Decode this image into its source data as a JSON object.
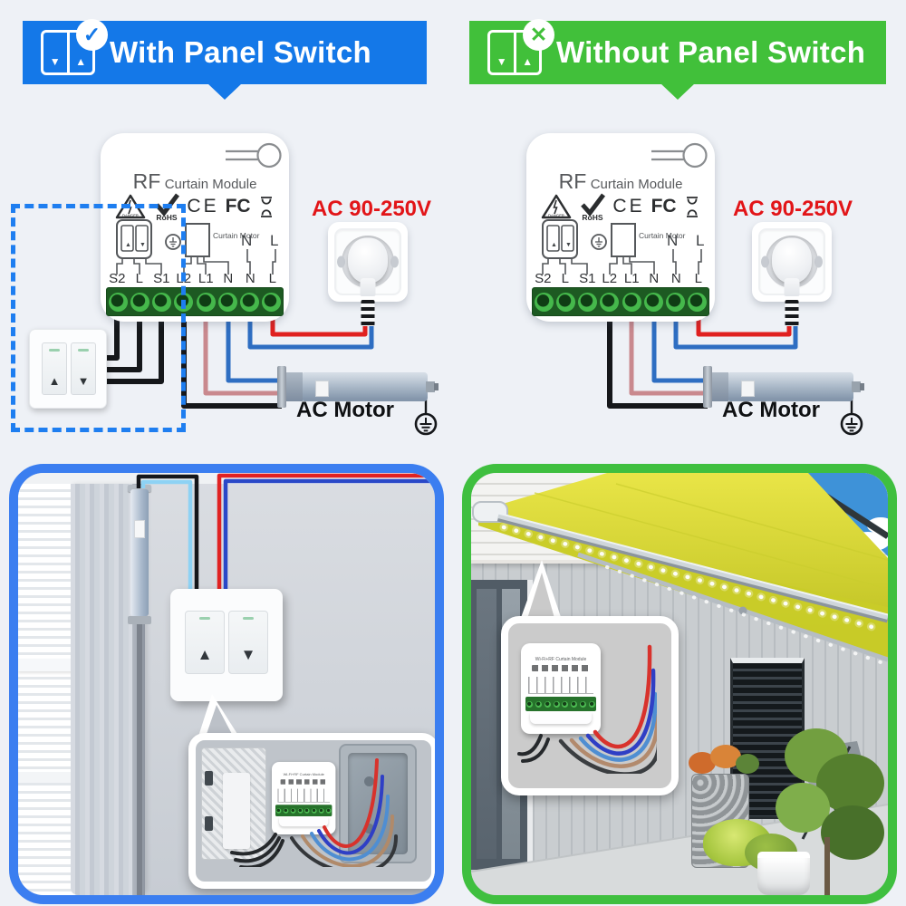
{
  "glyphs": {
    "up": "▲",
    "down": "▼",
    "check": "✓",
    "cross": "✕"
  },
  "banners": {
    "left": {
      "label": "With Panel Switch"
    },
    "right": {
      "label": "Without Panel Switch"
    }
  },
  "module": {
    "brand": "RF",
    "title": "Curtain Module",
    "danger": "DANGER",
    "rohs": "RoHS",
    "ce": "CE",
    "fcc": "FC",
    "curtain_motor": "Curtain Motor",
    "n": "N",
    "l": "L",
    "terminals": [
      "S2",
      "L",
      "S1",
      "L2",
      "L1",
      "N",
      "N",
      "L"
    ]
  },
  "labels": {
    "power": "AC 90-250V",
    "motor": "AC Motor"
  },
  "inset": {
    "module_title": "Wi-Fi+RF Curtain Module"
  },
  "colors": {
    "banner_blue": "#1478e8",
    "banner_green": "#41c03a",
    "accent_red": "#e21518",
    "dashed_blue": "#1e7ef0",
    "terminal_green": "#45b84b",
    "wire_black": "#15171a",
    "wire_red": "#e02120",
    "wire_blue": "#2e6ec2",
    "wire_pink": "#c9898e",
    "wire_cyan": "#8ed2f4",
    "wire_brown": "#b08a6a",
    "wire_lightblue": "#4f8ed2",
    "awning_yellow": "#d8d83a"
  }
}
